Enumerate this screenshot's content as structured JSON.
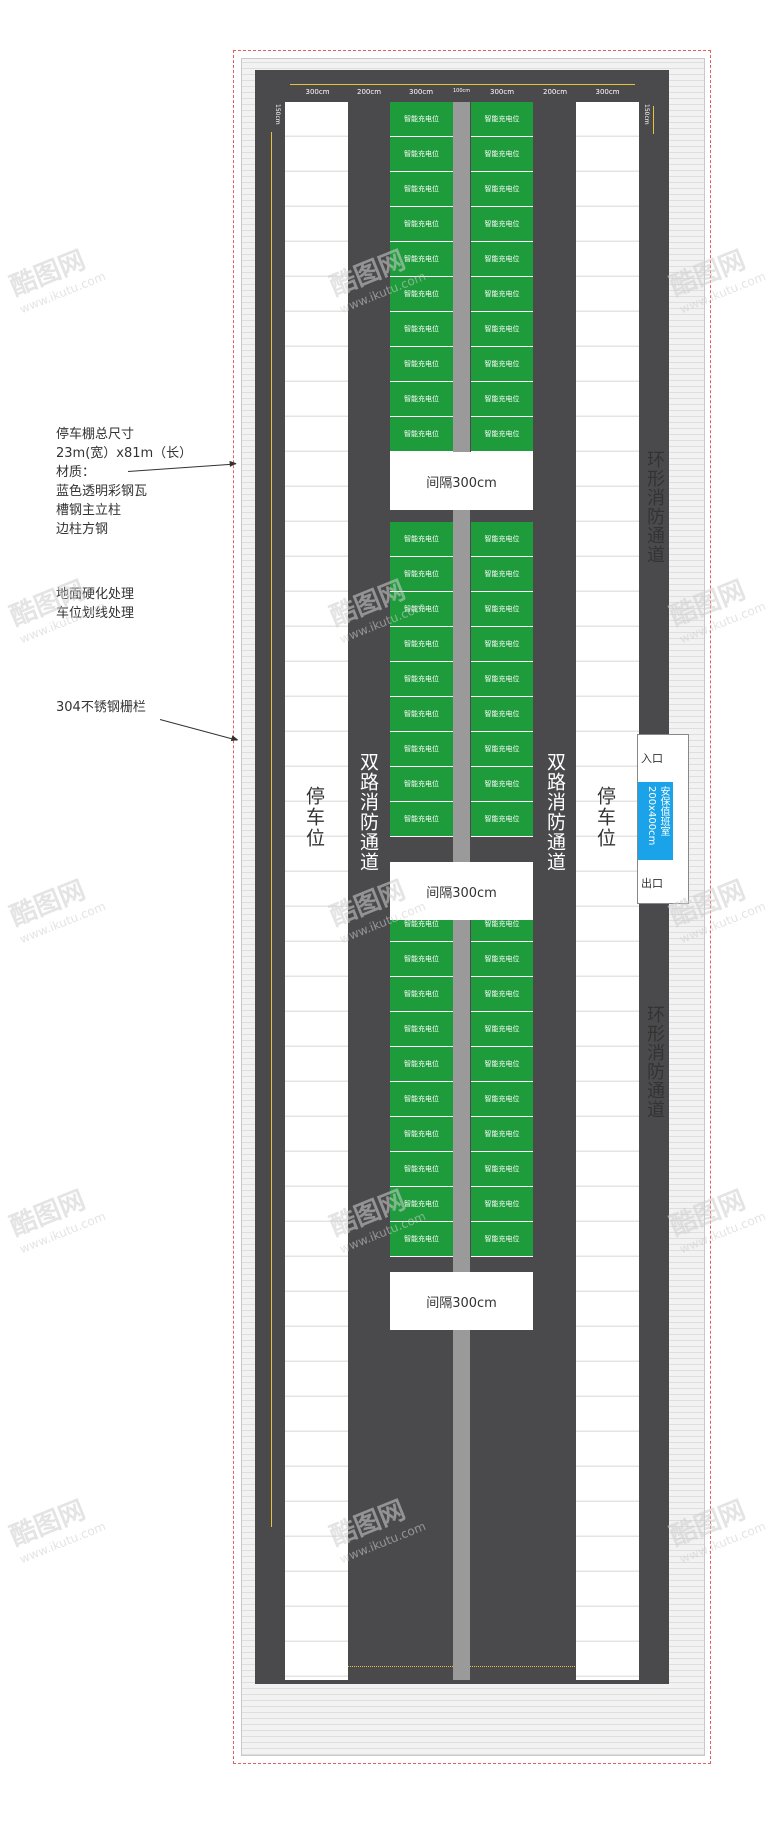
{
  "annotations": {
    "size_lines": [
      "停车棚总尺寸",
      "23m(宽）x81m（长）",
      "材质：",
      "蓝色透明彩钢瓦",
      "槽钢主立柱",
      "边柱方钢"
    ],
    "ground_lines": [
      "地面硬化处理",
      "车位划线处理"
    ],
    "fence": "304不锈钢栅栏"
  },
  "labels": {
    "parking_left": "停车位",
    "parking_right": "停车位",
    "road_left": "双路消防通道",
    "road_right": "双路消防通道",
    "ring_top": "环形消防通道",
    "ring_bottom": "环形消防通道",
    "gap_1": "间隔300cm",
    "gap_2": "间隔300cm",
    "gap_3": "间隔300cm",
    "entrance": "入口",
    "exit": "出口",
    "guard": [
      "安保值班室",
      "200x400cm"
    ]
  },
  "charging": {
    "cell_label": "智能充电位",
    "groups": [
      10,
      9,
      10
    ]
  },
  "dimensions": {
    "top": [
      "300cm",
      "200cm",
      "300cm",
      "100cm",
      "300cm",
      "200cm",
      "300cm"
    ],
    "side_left": "150cm",
    "side_right": "150cm"
  },
  "watermark": {
    "brand": "酷图网",
    "url": "www.ikutu.com"
  },
  "colors": {
    "asphalt": "#4a4a4c",
    "charging": "#1e9b3b",
    "guard": "#1aa3e8",
    "fence": "#e06060"
  }
}
